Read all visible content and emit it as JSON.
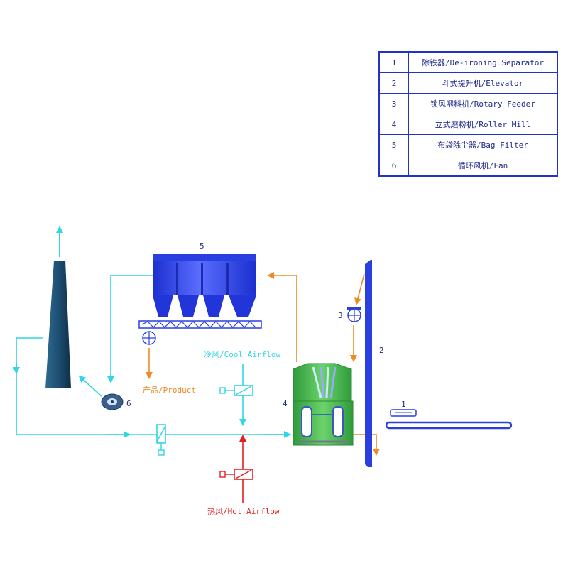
{
  "legend": [
    {
      "num": "1",
      "desc": "除铁器/De-ironing Separator"
    },
    {
      "num": "2",
      "desc": "斗式提升机/Elevator"
    },
    {
      "num": "3",
      "desc": "锁风喂料机/Rotary Feeder"
    },
    {
      "num": "4",
      "desc": "立式磨粉机/Roller Mill"
    },
    {
      "num": "5",
      "desc": "布袋除尘器/Bag Filter"
    },
    {
      "num": "6",
      "desc": "循环风机/Fan"
    }
  ],
  "labels": {
    "n1": "1",
    "n2": "2",
    "n3": "3",
    "n4": "4",
    "n5": "5",
    "n6": "6",
    "product": "产品/Product",
    "cool_airflow": "冷风/Cool Airflow",
    "hot_airflow": "热风/Hot Airflow"
  },
  "colors": {
    "cyan_line": "#2fd6e6",
    "orange_line": "#f08a24",
    "red_line": "#e51f1f",
    "equipment_blue": "#2a3fe0",
    "mill_green": "#46b84a",
    "chimney": "#1d4f73"
  }
}
